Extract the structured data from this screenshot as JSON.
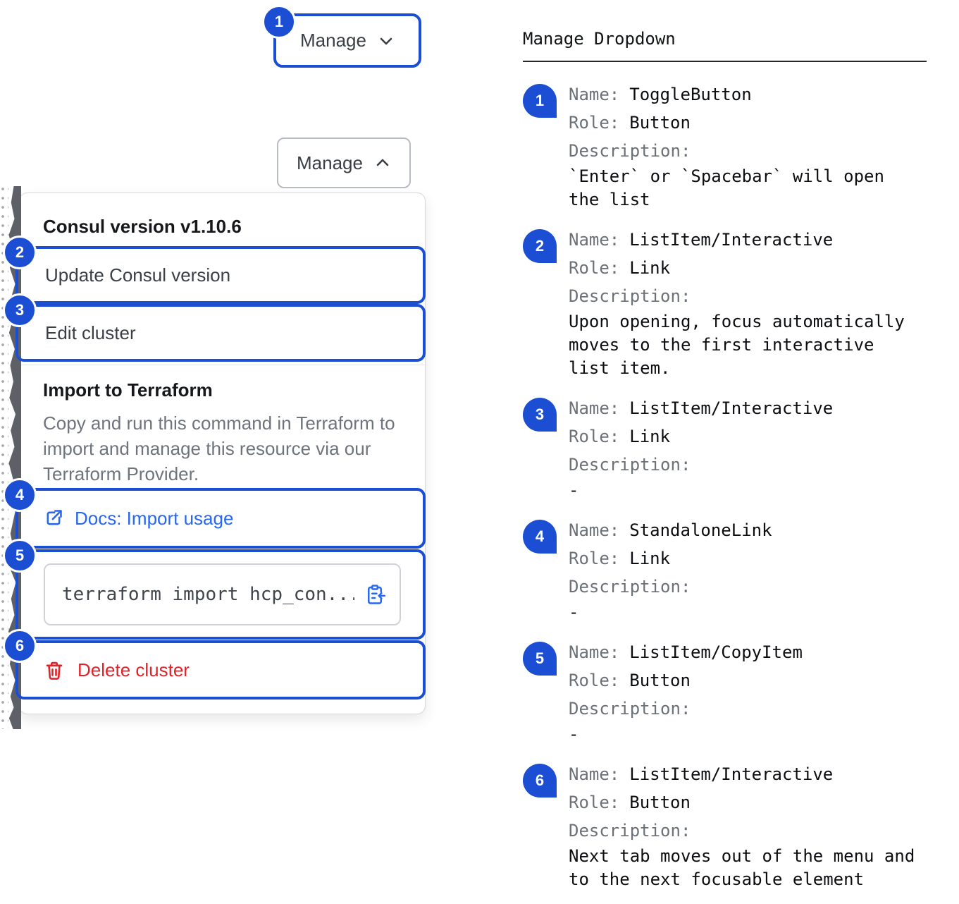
{
  "colors": {
    "annotation_blue": "#1b4ed2",
    "action_blue": "#2767f1",
    "critical_red": "#e0232a"
  },
  "left": {
    "toggle_collapsed": {
      "label": "Manage"
    },
    "toggle_expanded": {
      "label": "Manage"
    },
    "badges": [
      "1",
      "2",
      "3",
      "4",
      "5",
      "6"
    ],
    "dropdown": {
      "version_label": "Consul version v1.10.6",
      "update_item": "Update Consul version",
      "edit_item": "Edit cluster",
      "import_title": "Import to Terraform",
      "import_description": "Copy and run this command in Terraform to import and manage this resource via our Terraform Provider.",
      "docs_link": "Docs: Import usage",
      "copy_command": "terraform import hcp_con...",
      "delete_item": "Delete cluster"
    }
  },
  "right": {
    "title": "Manage Dropdown",
    "labels": {
      "name": "Name:",
      "role": "Role:",
      "description": "Description:"
    },
    "items": [
      {
        "num": "1",
        "name": "ToggleButton",
        "role": "Button",
        "description": "`Enter` or `Spacebar` will open the list"
      },
      {
        "num": "2",
        "name": "ListItem/Interactive",
        "role": "Link",
        "description": "Upon opening, focus automatically moves to the first interactive list item."
      },
      {
        "num": "3",
        "name": "ListItem/Interactive",
        "role": "Link",
        "description": "-"
      },
      {
        "num": "4",
        "name": "StandaloneLink",
        "role": "Link",
        "description": "-"
      },
      {
        "num": "5",
        "name": "ListItem/CopyItem",
        "role": "Button",
        "description": "-"
      },
      {
        "num": "6",
        "name": "ListItem/Interactive",
        "role": "Button",
        "description": "Next tab moves out of the menu and to the next focusable element"
      }
    ]
  }
}
